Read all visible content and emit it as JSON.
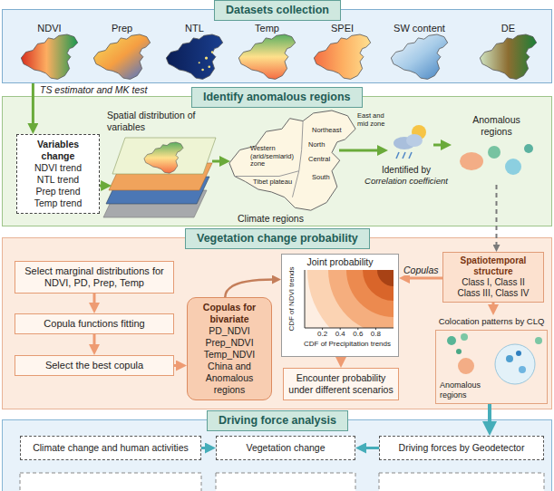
{
  "diagram": {
    "nodes": [
      {
        "text": [
          "Datasets collection"
        ]
      },
      {
        "text": [
          "Identify anomalous regions"
        ]
      },
      {
        "text": [
          "Variables change",
          "NDVI trend",
          "NTL trend",
          "Prep trend",
          "Temp trend"
        ],
        "in": 1
      },
      {
        "text": [
          "Anomalous regions"
        ],
        "in": 1
      },
      {
        "text": [
          "Vegetation change probability"
        ]
      },
      {
        "text": [
          "Select marginal distributions for NDVI, PD, Prep, Temp"
        ],
        "in": 4
      },
      {
        "text": [
          "Copula functions fitting"
        ],
        "in": 4
      },
      {
        "text": [
          "Select the best copula"
        ],
        "in": 4
      },
      {
        "text": [
          "Copulas for bivariate",
          "PD_NDVI",
          "Prep_NDVI",
          "Temp_NDVI",
          "China and Anomalous regions"
        ],
        "in": 4
      },
      {
        "text": [
          "Joint probability"
        ],
        "in": 4
      },
      {
        "text": [
          "Encounter probability under different scenarios"
        ],
        "in": 4
      },
      {
        "text": [
          "Spatiotemporal structure",
          "Class I, Class II",
          "Class III, Class IV"
        ],
        "in": 4
      },
      {
        "text": [
          "Colocation patterns by CLQ",
          "Anomalous regions"
        ],
        "in": 4
      },
      {
        "text": [
          "Driving force analysis"
        ]
      },
      {
        "text": [
          "Climate change and human activities"
        ],
        "in": 13
      },
      {
        "text": [
          "Vegetation change"
        ],
        "in": 13
      },
      {
        "text": [
          "Driving forces by Geodetector"
        ],
        "in": 13
      }
    ],
    "edges": [
      {
        "from": 0,
        "to": 2,
        "arrow": "to",
        "label": "TS estimator and MK test"
      },
      {
        "from": 3,
        "to": 11,
        "arrow": "to"
      },
      {
        "from": 5,
        "to": 6,
        "arrow": "to"
      },
      {
        "from": 6,
        "to": 7,
        "arrow": "to"
      },
      {
        "from": 7,
        "to": 8,
        "arrow": "to"
      },
      {
        "from": 8,
        "to": 9,
        "arrow": "to"
      },
      {
        "from": 9,
        "to": 10,
        "arrow": "to"
      },
      {
        "from": 11,
        "to": 9,
        "arrow": "to",
        "label": "Copulas"
      },
      {
        "from": 11,
        "to": 12,
        "arrow": "to"
      },
      {
        "from": 12,
        "to": 16,
        "arrow": "to"
      },
      {
        "from": 14,
        "to": 15,
        "arrow": "to"
      },
      {
        "from": 16,
        "to": 15,
        "arrow": "to"
      }
    ],
    "labels": [
      "NDVI",
      "Prep",
      "NTL",
      "Temp",
      "SPEI",
      "SW content",
      "DE",
      "Spatial distribution of variables",
      "Climate regions",
      "Western (arid/semiarid) zone",
      "Tibet plateau",
      "East and mid zone",
      "Northeast",
      "North",
      "Central",
      "South",
      "Identified by",
      "Correlation coefficient",
      "CDF of NDVI trends",
      "CDF of Precipitation trends",
      "0.2",
      "0.4",
      "0.6",
      "0.8"
    ]
  }
}
